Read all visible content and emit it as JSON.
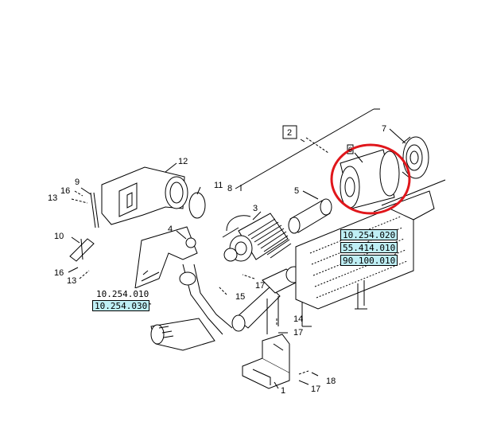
{
  "diagram": {
    "callouts": [
      {
        "id": "c2",
        "label": "2"
      },
      {
        "id": "c7",
        "label": "7"
      },
      {
        "id": "c6",
        "label": "6"
      },
      {
        "id": "c12",
        "label": "12"
      },
      {
        "id": "c9",
        "label": "9"
      },
      {
        "id": "c16a",
        "label": "16"
      },
      {
        "id": "c13a",
        "label": "13"
      },
      {
        "id": "c11",
        "label": "11"
      },
      {
        "id": "c8",
        "label": "8"
      },
      {
        "id": "c5",
        "label": "5"
      },
      {
        "id": "c3",
        "label": "3"
      },
      {
        "id": "c4",
        "label": "4"
      },
      {
        "id": "c10",
        "label": "10"
      },
      {
        "id": "c16b",
        "label": "16"
      },
      {
        "id": "c13b",
        "label": "13"
      },
      {
        "id": "c17a",
        "label": "17"
      },
      {
        "id": "c15",
        "label": "15"
      },
      {
        "id": "c14",
        "label": "14"
      },
      {
        "id": "c17b",
        "label": "17"
      },
      {
        "id": "c18",
        "label": "18"
      },
      {
        "id": "c17c",
        "label": "17"
      },
      {
        "id": "c1",
        "label": "1"
      }
    ],
    "references": [
      {
        "id": "r1",
        "code": "10.254.020",
        "highlighted": true
      },
      {
        "id": "r2",
        "code": "55.414.010",
        "highlighted": true
      },
      {
        "id": "r3",
        "code": "90.100.010",
        "highlighted": true
      },
      {
        "id": "r4",
        "code": "10.254.010",
        "highlighted": false
      },
      {
        "id": "r5",
        "code": "10.254.030",
        "highlighted": true
      }
    ],
    "highlight_color": "#e0161b",
    "ref_highlight_color": "#bfeff5"
  }
}
